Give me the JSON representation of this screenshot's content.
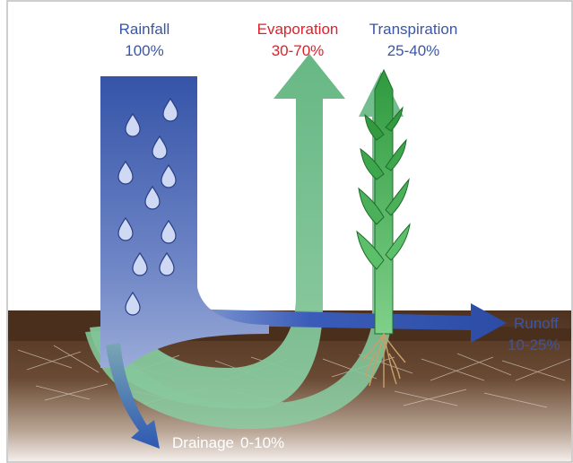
{
  "labels": {
    "rainfall": {
      "name": "Rainfall",
      "value": "100%"
    },
    "evaporation": {
      "name": "Evaporation",
      "value": "30-70%"
    },
    "transpiration": {
      "name": "Transpiration",
      "value": "25-40%"
    },
    "runoff": {
      "name": "Runoff",
      "value": "10-25%"
    },
    "drainage": {
      "name": "Drainage",
      "value": "0-10%"
    }
  },
  "colors": {
    "blue_label": "#3a56a6",
    "red_label": "#e0202a",
    "soil": "#5b3a22",
    "blue_flow": "#3b5db5",
    "green_flow": "#6fc18c",
    "plant": "#2f9a3e"
  },
  "icons": [
    "raindrop-icon",
    "corn-plant-icon",
    "roots-icon"
  ]
}
